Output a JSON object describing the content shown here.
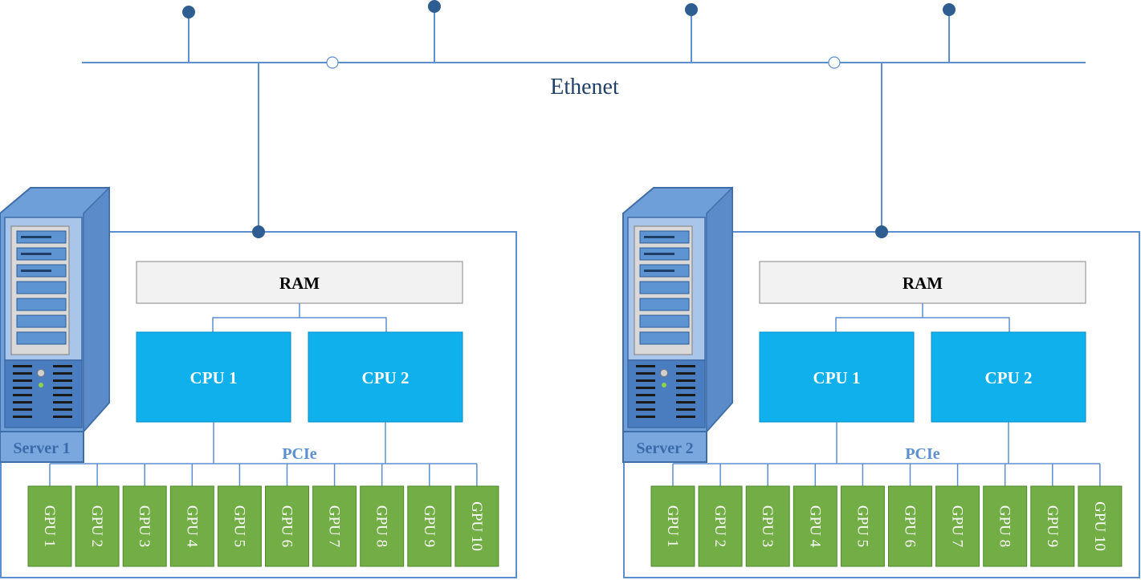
{
  "network": {
    "label": "Ethenet"
  },
  "colors": {
    "line": "#5b8fd0",
    "node": "#2e5d91",
    "cpu": "#10b0ec",
    "gpu": "#72ad45",
    "gpu_border": "#4f8a2c",
    "ram_fill": "#f2f2f2",
    "server_body": "#6f9fd8",
    "server_dark": "#3f6da8"
  },
  "servers": [
    {
      "name": "Server 1",
      "ram": "RAM",
      "cpus": [
        "CPU 1",
        "CPU 2"
      ],
      "bus": "PCIe",
      "gpus": [
        "GPU 1",
        "GPU 2",
        "GPU 3",
        "GPU 4",
        "GPU 5",
        "GPU 6",
        "GPU 7",
        "GPU 8",
        "GPU 9",
        "GPU 10"
      ]
    },
    {
      "name": "Server 2",
      "ram": "RAM",
      "cpus": [
        "CPU 1",
        "CPU 2"
      ],
      "bus": "PCIe",
      "gpus": [
        "GPU 1",
        "GPU 2",
        "GPU 3",
        "GPU 4",
        "GPU 5",
        "GPU 6",
        "GPU 7",
        "GPU 8",
        "GPU 9",
        "GPU 10"
      ]
    }
  ]
}
